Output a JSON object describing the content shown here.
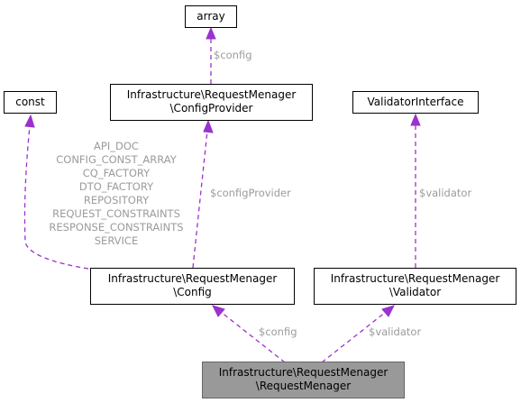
{
  "nodes": {
    "array": {
      "label": "array"
    },
    "const": {
      "label": "const"
    },
    "config_provider": {
      "lines": [
        "Infrastructure\\RequestMenager",
        "\\ConfigProvider"
      ]
    },
    "validator_interface": {
      "label": "ValidatorInterface"
    },
    "config": {
      "lines": [
        "Infrastructure\\RequestMenager",
        "\\Config"
      ]
    },
    "validator": {
      "lines": [
        "Infrastructure\\RequestMenager",
        "\\Validator"
      ]
    },
    "request_menager": {
      "lines": [
        "Infrastructure\\RequestMenager",
        "\\RequestMenager"
      ]
    }
  },
  "edges": {
    "config_to_array": {
      "label": "$config"
    },
    "config_to_config_provider": {
      "label": "$configProvider"
    },
    "validator_to_validator_interface": {
      "label": "$validator"
    },
    "request_menager_to_config": {
      "label": "$config"
    },
    "request_menager_to_validator": {
      "label": "$validator"
    },
    "config_to_const": {
      "labels": [
        "API_DOC",
        "CONFIG_CONST_ARRAY",
        "CQ_FACTORY",
        "DTO_FACTORY",
        "REPOSITORY",
        "REQUEST_CONSTRAINTS",
        "RESPONSE_CONSTRAINTS",
        "SERVICE"
      ]
    }
  },
  "colors": {
    "edge": "#9a32cd",
    "edge_label": "#9b9b9b",
    "highlight_fill": "#999999",
    "highlight_stroke": "#666666"
  }
}
